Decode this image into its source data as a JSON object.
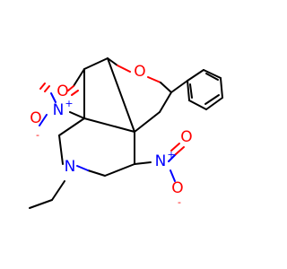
{
  "diagram": {
    "atoms": {
      "carbonyl_o": "O",
      "ring_o": "O",
      "amine_n": "N",
      "nitro1_n": "N",
      "nitro1_plus": "+",
      "nitro1_o_left": "O",
      "nitro1_minus": "-",
      "nitro2_n": "N",
      "nitro2_plus": "+",
      "nitro2_o_top": "O",
      "nitro2_o_bottom": "O",
      "nitro2_minus": "-"
    }
  }
}
